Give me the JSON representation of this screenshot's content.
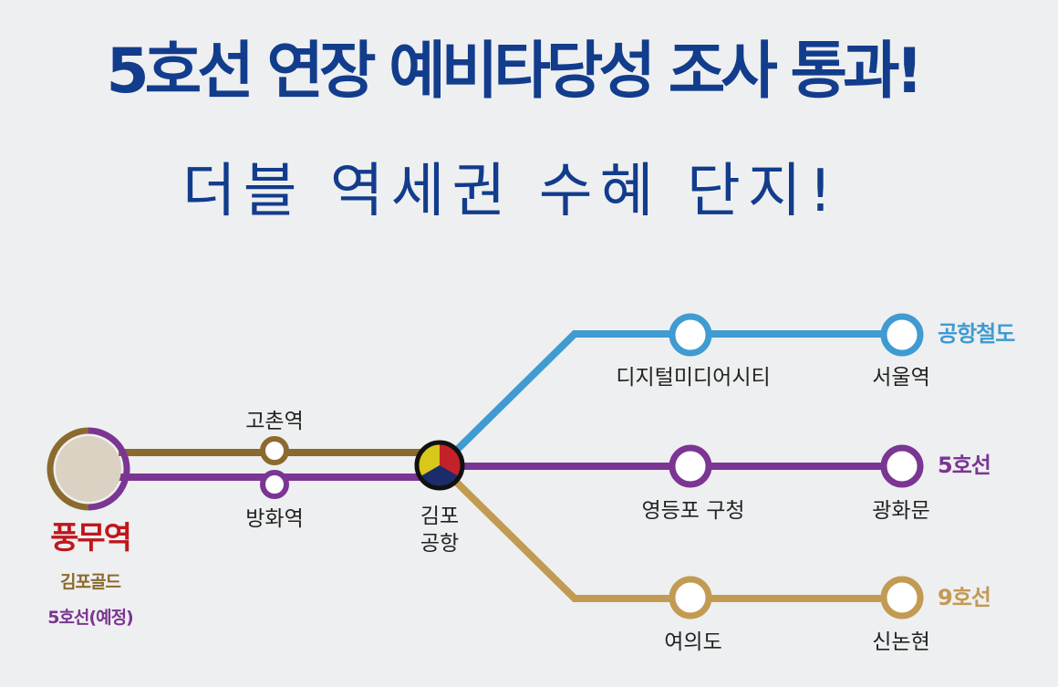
{
  "title": "5호선 연장 예비타당성 조사 통과!",
  "subtitle": "더블 역세권 수혜 단지!",
  "colors": {
    "headline": "#123c8c",
    "airport_line": "#3f9bd1",
    "line5": "#7b3593",
    "line9": "#c29a52",
    "gimpo_gold": "#8a6a2e",
    "pungmu_label": "#c0161b",
    "hub_yellow": "#d8c81a",
    "hub_red": "#c4222a",
    "hub_navy": "#1c2c6a"
  },
  "origin": {
    "name": "풍무역",
    "line_a": "김포골드",
    "line_b": "5호선(예정)"
  },
  "stations": {
    "gochon": "고촌역",
    "banghwa": "방화역",
    "gimpo_airport_1": "김포",
    "gimpo_airport_2": "공항",
    "digital_media_city": "디지털미디어시티",
    "seoul": "서울역",
    "yeongdeungpo": "영등포 구청",
    "gwanghwamun": "광화문",
    "yeouido": "여의도",
    "sinnonhyeon": "신논현"
  },
  "line_names": {
    "airport": "공항철도",
    "line5": "5호선",
    "line9": "9호선"
  }
}
